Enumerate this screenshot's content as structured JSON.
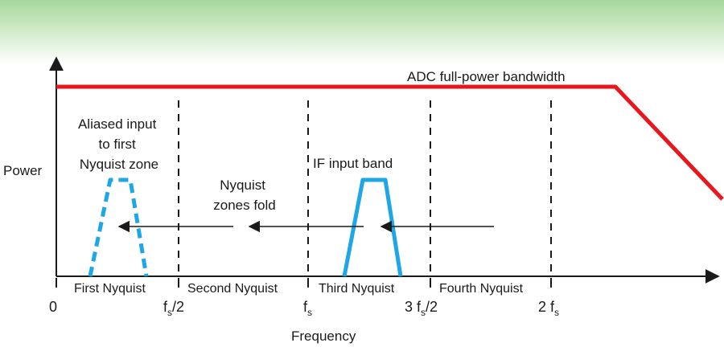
{
  "colors": {
    "band_top": "#a6d89a",
    "band_bottom": "#ffffff",
    "adc_line": "#e8161d",
    "signal": "#1ea6e6",
    "axis": "#1a1a1a",
    "text": "#1a1a1a"
  },
  "axes": {
    "y_label": "Power",
    "x_label": "Frequency",
    "origin_label": "0"
  },
  "adc": {
    "label": "ADC full-power bandwidth"
  },
  "boundaries": [
    {
      "main": "f",
      "sub": "s",
      "tail": "/2"
    },
    {
      "main": "f",
      "sub": "s",
      "tail": ""
    },
    {
      "main": "3 f",
      "sub": "s",
      "tail": "/2"
    },
    {
      "main": "2 f",
      "sub": "s",
      "tail": ""
    }
  ],
  "zones": [
    "First Nyquist",
    "Second Nyquist",
    "Third Nyquist",
    "Fourth Nyquist"
  ],
  "annotations": {
    "aliased": [
      "Aliased input",
      "to first",
      "Nyquist zone"
    ],
    "fold": [
      "Nyquist",
      "zones fold"
    ],
    "if_band": "IF input band"
  }
}
